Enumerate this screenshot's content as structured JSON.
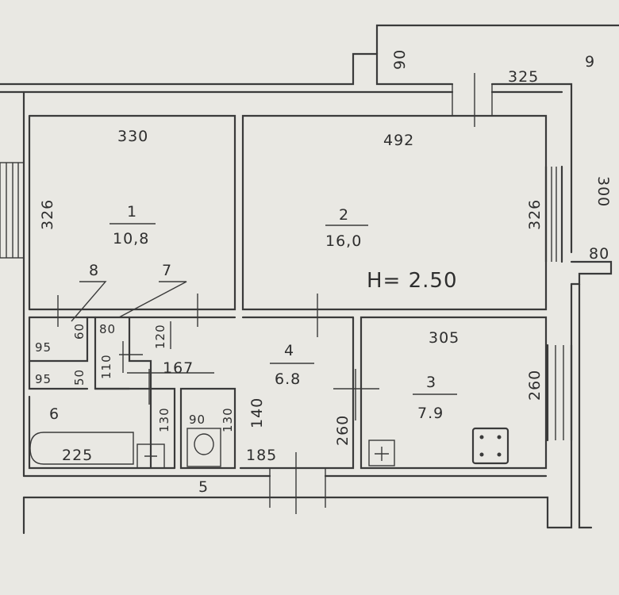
{
  "rooms": [
    {
      "number": "1",
      "area": "10,8"
    },
    {
      "number": "2",
      "area": "16,0"
    },
    {
      "number": "3",
      "area": "7.9"
    },
    {
      "number": "4",
      "area": "6.8"
    },
    {
      "number": "5"
    },
    {
      "number": "6"
    },
    {
      "number": "7"
    },
    {
      "number": "8"
    }
  ],
  "ceiling_height": "H= 2.50",
  "dimensions": {
    "room1_width": "330",
    "room1_height": "326",
    "room2_width": "492",
    "room2_height": "326",
    "room3_width": "305",
    "room3_height": "260",
    "room4_a": "167",
    "room4_b": "140",
    "room4_c": "185",
    "room4_d": "260",
    "balcony_a": "90",
    "balcony_b": "9",
    "balcony_c": "325",
    "balcony_d": "300",
    "right_ext": "80",
    "closet8_w": "95",
    "closet8_h": "60",
    "closet6_w": "95",
    "closet6_h": "50",
    "closet7_w": "80",
    "closet7_h": "110",
    "c120": "120",
    "bath_tub": "225",
    "bath_h": "130",
    "wc_w": "90",
    "wc_h": "130"
  }
}
